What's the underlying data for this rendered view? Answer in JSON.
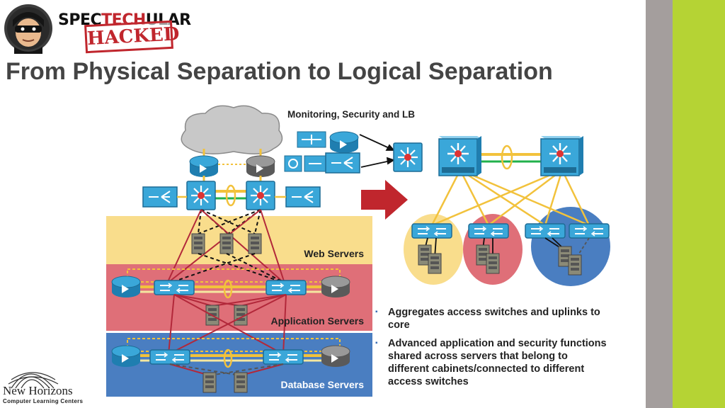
{
  "brand": {
    "text_prefix": "SPEC",
    "text_accent": "TECH",
    "text_suffix": "ULAR",
    "stamp": "HACKED"
  },
  "slide": {
    "title": "From Physical Separation to Logical Separation"
  },
  "diagram": {
    "top_label": "Monitoring, Security and LB",
    "zones": [
      "Web Servers",
      "Application Servers",
      "Database Servers"
    ]
  },
  "bullets": [
    "Aggregates access switches and uplinks to core",
    "Advanced application and security functions shared across servers that belong to different cabinets/connected to different access switches"
  ],
  "footer": {
    "company": "New Horizons",
    "tagline": "Computer Learning Centers"
  },
  "colors": {
    "web_zone": "#f9dd8c",
    "app_zone": "#df6f78",
    "db_zone": "#4a7ec1",
    "device_blue": "#3aa7d9",
    "link_yellow": "#f2c23c",
    "link_red": "#b2283a",
    "arrow_red": "#c0262d",
    "gray_bar": "#a49e9d",
    "green_bar": "#b5d334"
  }
}
